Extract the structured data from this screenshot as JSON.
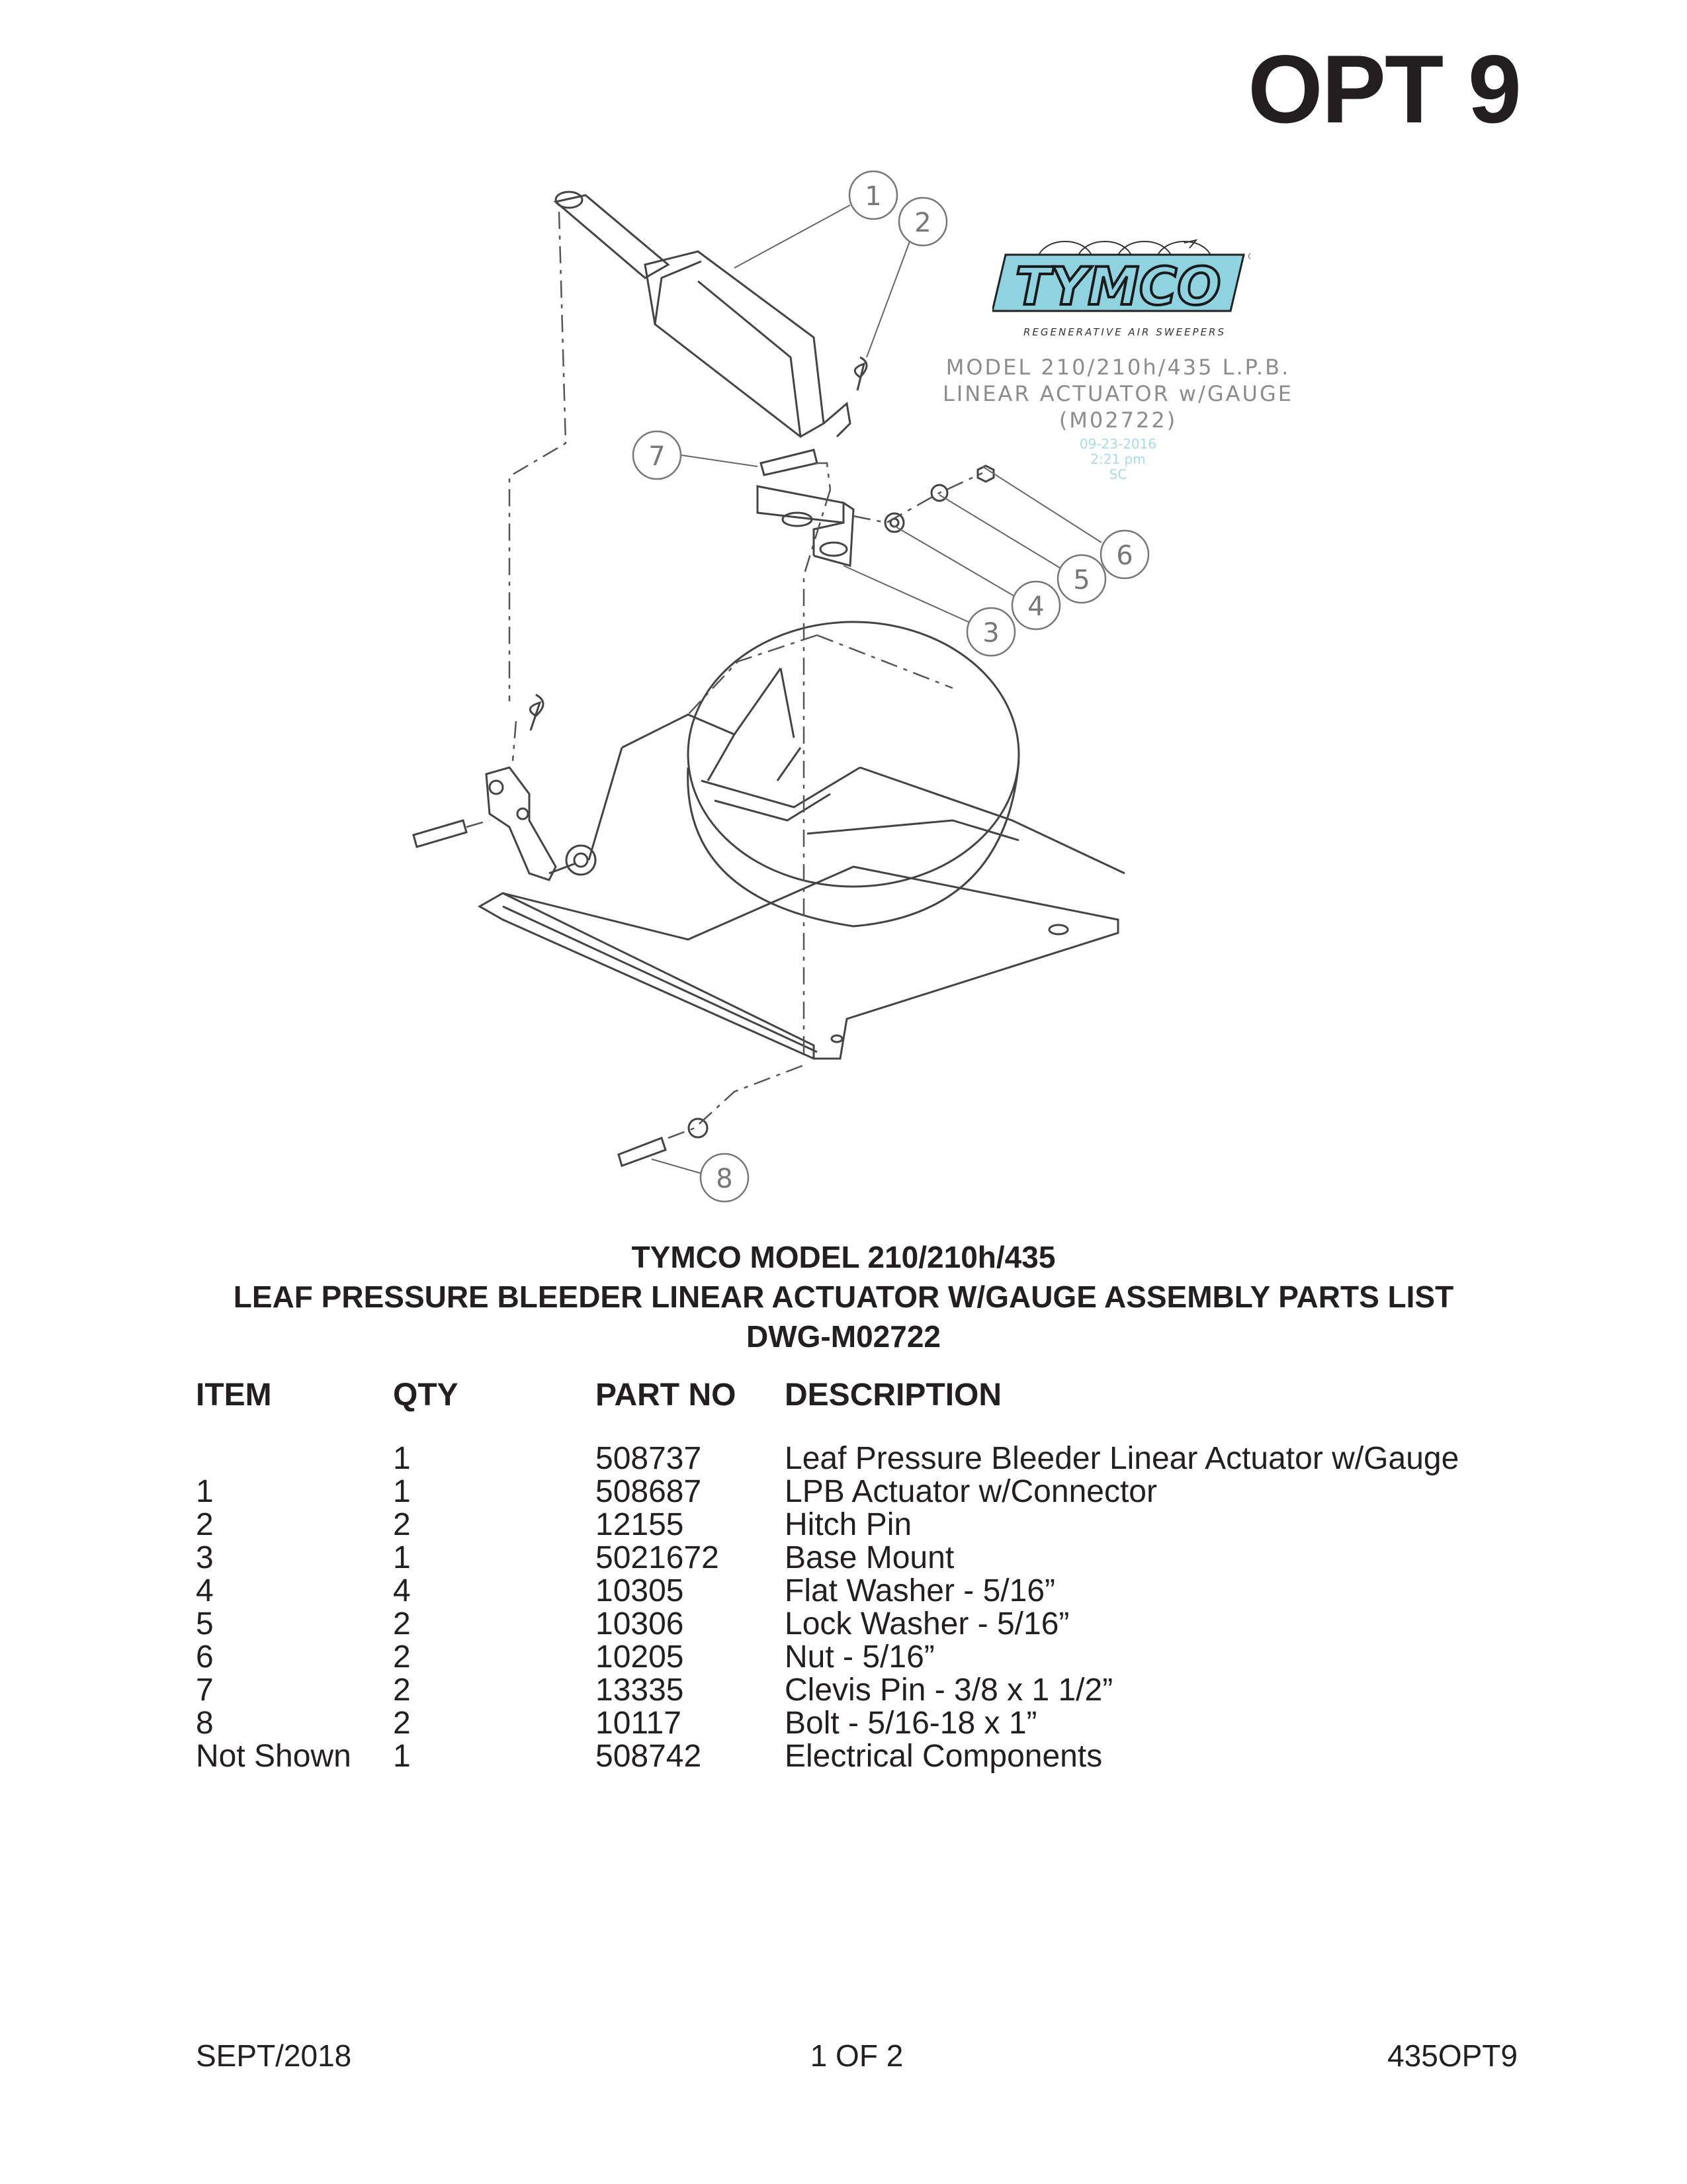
{
  "header": {
    "option_label": "OPT 9"
  },
  "logo": {
    "brand": "TYMCO",
    "tagline": "REGENERATIVE AIR SWEEPERS",
    "drawing_title_lines": [
      "MODEL 210/210h/435 L.P.B.",
      "LINEAR ACTUATOR w/GAUGE",
      "(M02722)"
    ],
    "stamp_lines": [
      "09-23-2016",
      "2:21 pm",
      "SC"
    ]
  },
  "callouts": [
    "1",
    "2",
    "3",
    "4",
    "5",
    "6",
    "7",
    "8"
  ],
  "heading": {
    "line1": "TYMCO MODEL 210/210h/435",
    "line2": "LEAF PRESSURE BLEEDER LINEAR ACTUATOR W/GAUGE ASSEMBLY PARTS LIST",
    "line3": "DWG-M02722"
  },
  "parts_list": {
    "columns": [
      "ITEM",
      "QTY",
      "PART NO",
      "DESCRIPTION"
    ],
    "rows": [
      [
        "",
        "1",
        "508737",
        "Leaf Pressure Bleeder Linear Actuator w/Gauge"
      ],
      [
        "1",
        "1",
        "508687",
        "LPB Actuator w/Connector"
      ],
      [
        "2",
        "2",
        "12155",
        "Hitch Pin"
      ],
      [
        "3",
        "1",
        "5021672",
        "Base Mount"
      ],
      [
        "4",
        "4",
        "10305",
        "Flat Washer - 5/16”"
      ],
      [
        "5",
        "2",
        "10306",
        "Lock Washer - 5/16”"
      ],
      [
        "6",
        "2",
        "10205",
        "Nut - 5/16”"
      ],
      [
        "7",
        "2",
        "13335",
        "Clevis Pin - 3/8 x 1 1/2”"
      ],
      [
        "8",
        "2",
        "10117",
        "Bolt - 5/16-18 x 1”"
      ],
      [
        "Not Shown",
        "1",
        "508742",
        "Electrical Components"
      ]
    ]
  },
  "footer": {
    "date": "SEPT/2018",
    "page": "1 OF 2",
    "doc_id": "435OPT9"
  },
  "colors": {
    "text": "#231f20",
    "logo_blue": "#8fd3e0",
    "logo_gray": "#8c8c8c"
  }
}
